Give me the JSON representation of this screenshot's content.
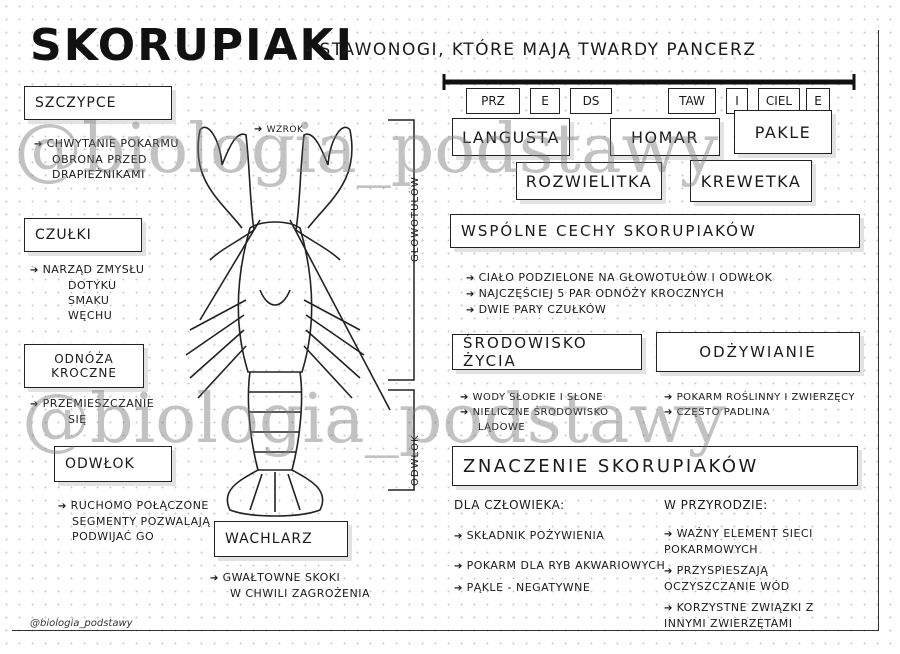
{
  "title": "SKORUPIAKI",
  "subtitle": "- STAWONOGI, KTÓRE MAJĄ TWARDY PANCERZ",
  "watermark": "@biologia_podstawy",
  "footer": "@biologia_podstawy",
  "left": {
    "claws": {
      "label": "SZCZYPCE",
      "notes": [
        "CHWYTANIE POKARMU",
        "OBRONA PRZED",
        "DRAPIEŻNIKAMI"
      ]
    },
    "antennae": {
      "label": "CZUŁKI",
      "notes": [
        "NARZĄD ZMYSŁU",
        "DOTYKU",
        "SMAKU",
        "WĘCHU"
      ]
    },
    "walking_legs": {
      "label": "ODNÓŻA KROCZNE",
      "notes": [
        "PRZEMIESZCZANIE",
        "SIĘ"
      ]
    },
    "abdomen": {
      "label": "ODWŁOK",
      "notes": [
        "RUCHOMO POŁĄCZONE",
        "SEGMENTY POZWALAJĄ",
        "PODWIJAĆ GO"
      ]
    },
    "tail_fan": {
      "label": "WACHLARZ",
      "notes": [
        "GWAŁTOWNE SKOKI",
        "W CHWILI ZAGROŻENIA"
      ]
    },
    "eye_label": "WZROK",
    "cephalothorax_label": "GŁOWOTUŁÓW",
    "abdomen_side_label": "ODWŁOK"
  },
  "representatives": {
    "bar": [
      "PRZ",
      "E",
      "DS",
      "TAW",
      "I",
      "CIEL",
      "E"
    ],
    "cards": [
      "LANGUSTA",
      "HOMAR",
      "PAKLE",
      "ROZWIELITKA",
      "KREWETKA"
    ]
  },
  "common_features": {
    "heading": "WSPÓLNE CECHY SKORUPIAKÓW",
    "items": [
      "CIAŁO PODZIELONE NA GŁOWOTUŁÓW I ODWŁOK",
      "NAJCZĘŚCIEJ 5 PAR ODNÓŻY KROCZNYCH",
      "DWIE PARY CZUŁKÓW"
    ]
  },
  "habitat": {
    "heading": "ŚRODOWISKO ŻYCIA",
    "items": [
      "WODY SŁODKIE I SŁONE",
      "NIELICZNE ŚRODOWISKO",
      "LĄDOWE"
    ]
  },
  "diet": {
    "heading": "ODŻYWIANIE",
    "items": [
      "POKARM ROŚLINNY I ZWIERZĘCY",
      "CZĘSTO PADLINA"
    ]
  },
  "importance": {
    "heading": "ZNACZENIE SKORUPIAKÓW",
    "human_title": "DLA CZŁOWIEKA:",
    "human_items": [
      "SKŁADNIK POŻYWIENIA",
      "POKARM DLA RYB AKWARIOWYCH",
      "PĄKLE - NEGATYWNE"
    ],
    "nature_title": "W PRZYRODZIE:",
    "nature_items": [
      "WAŻNY ELEMENT SIECI POKARMOWYCH",
      "PRZYSPIESZAJĄ OCZYSZCZANIE WÓD",
      "KORZYSTNE ZWIĄZKI Z INNYMI ZWIERZĘTAMI"
    ]
  }
}
